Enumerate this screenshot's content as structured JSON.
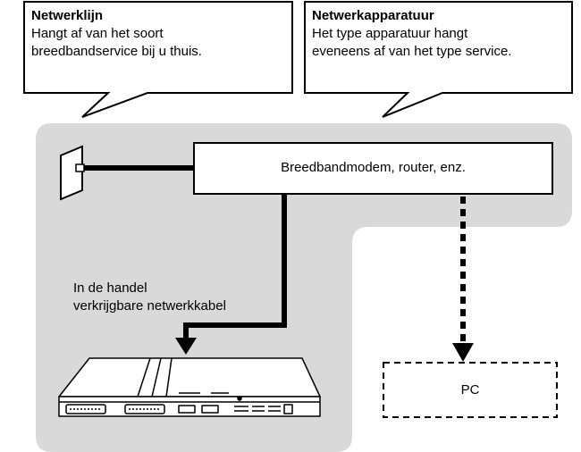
{
  "callouts": {
    "network_line": {
      "title": "Netwerklijn",
      "line1": "Hangt af van het soort",
      "line2": "breedbandservice bij u thuis."
    },
    "network_equipment": {
      "title": "Netwerkapparatuur",
      "line1": "Het type apparatuur hangt",
      "line2": "eveneens af van het type service."
    }
  },
  "modem_label": "Breedbandmodem, router, enz.",
  "cable_label": {
    "line1": "In de handel",
    "line2": "verkrijgbare netwerkkabel"
  },
  "pc_label": "PC",
  "colors": {
    "area": "#d9d9d9",
    "stroke": "#000000"
  }
}
